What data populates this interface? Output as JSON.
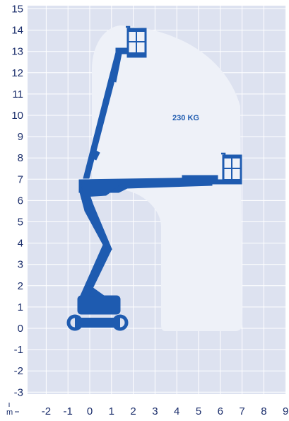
{
  "diagram": {
    "capacity_label": "230 KG",
    "axis_unit_label": "m",
    "x_ticks": [
      "-2",
      "-1",
      "0",
      "1",
      "2",
      "3",
      "4",
      "5",
      "6",
      "7",
      "8",
      "9"
    ],
    "y_ticks": [
      "15",
      "14",
      "13",
      "12",
      "11",
      "10",
      "9",
      "8",
      "7",
      "6",
      "5",
      "4",
      "3",
      "2",
      "1",
      "0",
      "-1",
      "-2",
      "-3"
    ],
    "x_range": [
      -3,
      9
    ],
    "y_range": [
      -3,
      15
    ],
    "grid": true,
    "colors": {
      "grid_background": "#dde2f0",
      "grid_line": "#ffffff",
      "envelope": "#eef1f8",
      "machine": "#1e5bb0",
      "tick_text": "#1a2d6b"
    }
  }
}
